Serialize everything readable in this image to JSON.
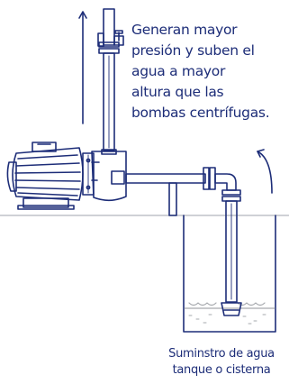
{
  "caption_lines": [
    "Generan mayor",
    "presión y suben el",
    "agua a mayor",
    "altura que las",
    "bombas centrífugas."
  ],
  "water_source_lines": [
    "Suminstro de agua",
    "tanque o cisterna"
  ],
  "colors": {
    "line": "#1d2d78",
    "ground": "#bfc2c8",
    "water": "#a6a9ae",
    "background": "#ffffff"
  }
}
